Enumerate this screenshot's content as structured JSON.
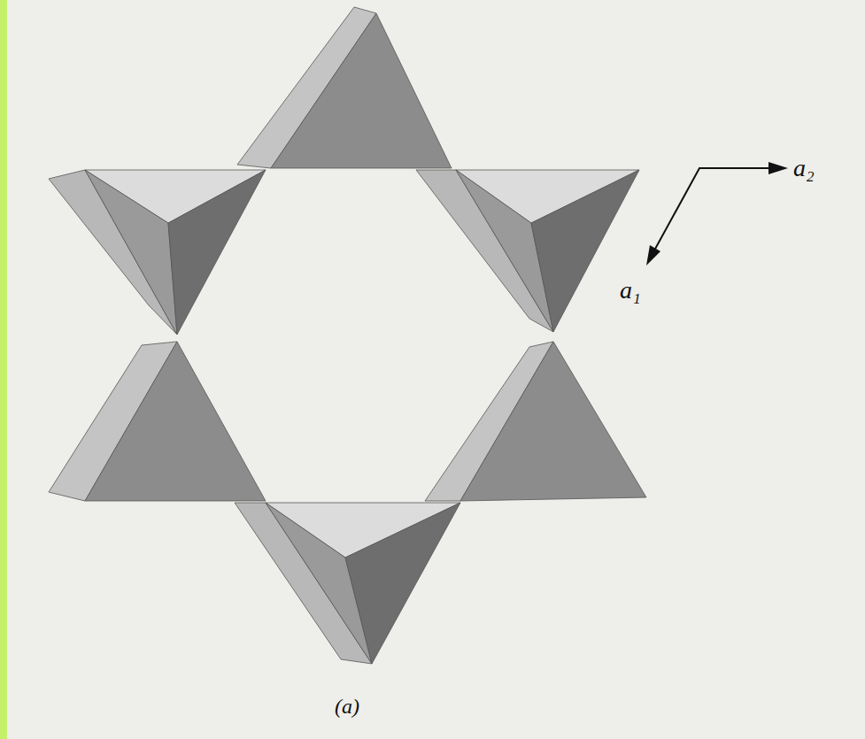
{
  "diagram": {
    "labels": [
      "a₂",
      "a₁",
      "(a)"
    ]
  }
}
